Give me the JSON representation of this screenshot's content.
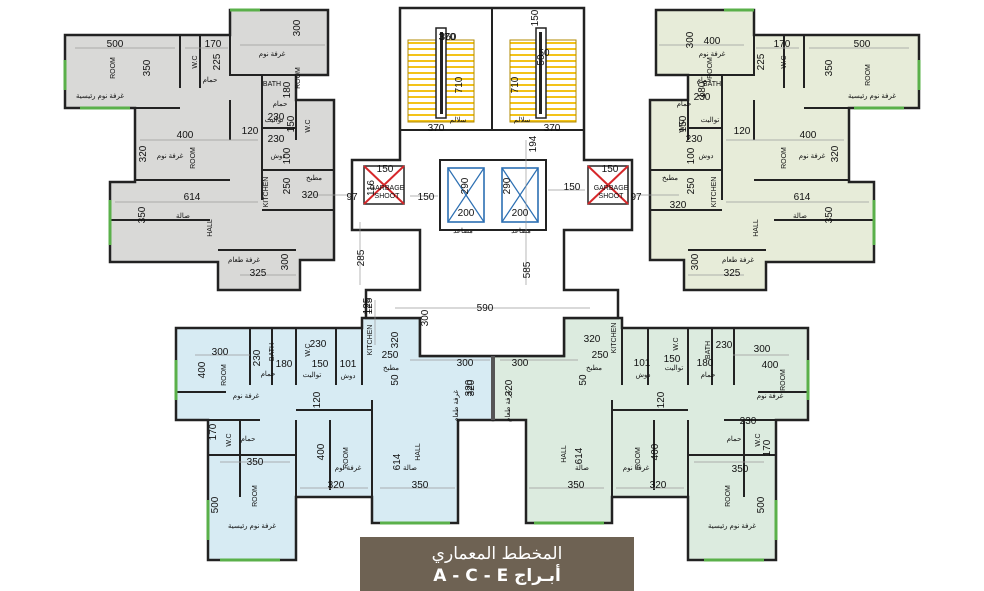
{
  "title": {
    "line1": "المخطط المعماري",
    "line2": "أبـراج A - C - E"
  },
  "colors": {
    "top_left": "#d9d9d7",
    "top_right": "#e7ecd9",
    "bottom_left": "#d7ebf3",
    "bottom_right": "#dcebdf",
    "title_bg": "#6e6253",
    "stair": "#f3c319",
    "window": "#5ab04a",
    "lift": "#2c6fb3",
    "garbage": "#d6272a"
  },
  "labels": [
    {
      "t": "500",
      "c": "dim"
    },
    {
      "t": "170",
      "c": "dim"
    },
    {
      "t": "ROOM",
      "c": "lbl"
    },
    {
      "t": "300",
      "c": "dim"
    },
    {
      "t": "غرفة نوم",
      "c": "ar"
    },
    {
      "t": "ROOM",
      "c": "lbl"
    },
    {
      "t": "350",
      "c": "dim"
    },
    {
      "t": "W.C",
      "c": "lbl"
    },
    {
      "t": "225",
      "c": "dim"
    },
    {
      "t": "حمام",
      "c": "ar"
    },
    {
      "t": "غرفة نوم رئيسية",
      "c": "ar"
    },
    {
      "t": "BATH",
      "c": "lbl"
    },
    {
      "t": "180",
      "c": "dim"
    },
    {
      "t": "حمام",
      "c": "ar"
    },
    {
      "t": "230",
      "c": "dim"
    },
    {
      "t": "تواليت",
      "c": "ar"
    },
    {
      "t": "150",
      "c": "dim"
    },
    {
      "t": "W.C",
      "c": "lbl"
    },
    {
      "t": "400",
      "c": "dim"
    },
    {
      "t": "ROOM",
      "c": "lbl"
    },
    {
      "t": "120",
      "c": "dim"
    },
    {
      "t": "230",
      "c": "dim"
    },
    {
      "t": "320",
      "c": "dim"
    },
    {
      "t": "غرفة نوم",
      "c": "ar"
    },
    {
      "t": "100",
      "c": "dim"
    },
    {
      "t": "دوش",
      "c": "ar"
    },
    {
      "t": "مطبخ",
      "c": "ar"
    },
    {
      "t": "KITCHEN",
      "c": "lbl"
    },
    {
      "t": "250",
      "c": "dim"
    },
    {
      "t": "320",
      "c": "dim"
    },
    {
      "t": "614",
      "c": "dim"
    },
    {
      "t": "97",
      "c": "dim"
    },
    {
      "t": "350",
      "c": "dim"
    },
    {
      "t": "صالة",
      "c": "ar"
    },
    {
      "t": "HALL",
      "c": "lbl"
    },
    {
      "t": "غرفة طعام",
      "c": "ar"
    },
    {
      "t": "300",
      "c": "dim"
    },
    {
      "t": "325",
      "c": "dim"
    },
    {
      "t": "300",
      "c": "dim"
    },
    {
      "t": "400",
      "c": "dim"
    },
    {
      "t": "غرفة نوم",
      "c": "ar"
    },
    {
      "t": "ROOM",
      "c": "lbl"
    },
    {
      "t": "170",
      "c": "dim"
    },
    {
      "t": "500",
      "c": "dim"
    },
    {
      "t": "W.C",
      "c": "lbl"
    },
    {
      "t": "225",
      "c": "dim"
    },
    {
      "t": "350",
      "c": "dim"
    },
    {
      "t": "ROOM",
      "c": "lbl"
    },
    {
      "t": "حمام",
      "c": "ar"
    },
    {
      "t": "180",
      "c": "dim"
    },
    {
      "t": "غرفة نوم رئيسية",
      "c": "ar"
    },
    {
      "t": "حمام",
      "c": "ar"
    },
    {
      "t": "BATH",
      "c": "lbl"
    },
    {
      "t": "230",
      "c": "dim"
    },
    {
      "t": "تواليت",
      "c": "ar"
    },
    {
      "t": "150",
      "c": "dim"
    },
    {
      "t": "W.C",
      "c": "lbl"
    },
    {
      "t": "120",
      "c": "dim"
    },
    {
      "t": "400",
      "c": "dim"
    },
    {
      "t": "ROOM",
      "c": "lbl"
    },
    {
      "t": "230",
      "c": "dim"
    },
    {
      "t": "320",
      "c": "dim"
    },
    {
      "t": "100",
      "c": "dim"
    },
    {
      "t": "غرفة نوم",
      "c": "ar"
    },
    {
      "t": "دوش",
      "c": "ar"
    },
    {
      "t": "مطبخ",
      "c": "ar"
    },
    {
      "t": "250",
      "c": "dim"
    },
    {
      "t": "KITCHEN",
      "c": "lbl"
    },
    {
      "t": "614",
      "c": "dim"
    },
    {
      "t": "97",
      "c": "dim"
    },
    {
      "t": "320",
      "c": "dim"
    },
    {
      "t": "HALL",
      "c": "lbl"
    },
    {
      "t": "350",
      "c": "dim"
    },
    {
      "t": "صالة",
      "c": "ar"
    },
    {
      "t": "غرفة طعام",
      "c": "ar"
    },
    {
      "t": "300",
      "c": "dim"
    },
    {
      "t": "325",
      "c": "dim"
    },
    {
      "t": "150",
      "c": "dim"
    },
    {
      "t": "360",
      "c": "dim"
    },
    {
      "t": "370",
      "c": "dim"
    },
    {
      "t": "50",
      "c": "dim"
    },
    {
      "t": "710",
      "c": "dim"
    },
    {
      "t": "370",
      "c": "dim"
    },
    {
      "t": "سلالم",
      "c": "ar"
    },
    {
      "t": "50",
      "c": "dim"
    },
    {
      "t": "710",
      "c": "dim"
    },
    {
      "t": "370",
      "c": "dim"
    },
    {
      "t": "سلالم",
      "c": "ar"
    },
    {
      "t": "194",
      "c": "dim"
    },
    {
      "t": "150",
      "c": "dim"
    },
    {
      "t": "116",
      "c": "dim"
    },
    {
      "t": "GARBAGE",
      "c": "lbl"
    },
    {
      "t": "SHOOT",
      "c": "lbl"
    },
    {
      "t": "150",
      "c": "dim"
    },
    {
      "t": "290",
      "c": "dim"
    },
    {
      "t": "200",
      "c": "dim"
    },
    {
      "t": "مصاعد",
      "c": "ar"
    },
    {
      "t": "290",
      "c": "dim"
    },
    {
      "t": "200",
      "c": "dim"
    },
    {
      "t": "مصاعد",
      "c": "ar"
    },
    {
      "t": "150",
      "c": "dim"
    },
    {
      "t": "150",
      "c": "dim"
    },
    {
      "t": "GARBAGE",
      "c": "lbl"
    },
    {
      "t": "SHOOT",
      "c": "lbl"
    },
    {
      "t": "285",
      "c": "dim"
    },
    {
      "t": "585",
      "c": "dim"
    },
    {
      "t": "590",
      "c": "dim"
    },
    {
      "t": "125",
      "c": "dim"
    },
    {
      "t": "300",
      "c": "dim"
    },
    {
      "t": "125",
      "c": "dim"
    },
    {
      "t": "300",
      "c": "dim"
    },
    {
      "t": "230",
      "c": "dim"
    },
    {
      "t": "180",
      "c": "dim"
    },
    {
      "t": "W.C",
      "c": "lbl"
    },
    {
      "t": "230",
      "c": "dim"
    },
    {
      "t": "KITCHEN",
      "c": "lbl"
    },
    {
      "t": "320",
      "c": "dim"
    },
    {
      "t": "400",
      "c": "dim"
    },
    {
      "t": "ROOM",
      "c": "lbl"
    },
    {
      "t": "BATH",
      "c": "lbl"
    },
    {
      "t": "حمام",
      "c": "ar"
    },
    {
      "t": "150",
      "c": "dim"
    },
    {
      "t": "تواليت",
      "c": "ar"
    },
    {
      "t": "101",
      "c": "dim"
    },
    {
      "t": "دوش",
      "c": "ar"
    },
    {
      "t": "250",
      "c": "dim"
    },
    {
      "t": "مطبخ",
      "c": "ar"
    },
    {
      "t": "50",
      "c": "dim"
    },
    {
      "t": "300",
      "c": "dim"
    },
    {
      "t": "غرفة نوم",
      "c": "ar"
    },
    {
      "t": "120",
      "c": "dim"
    },
    {
      "t": "320",
      "c": "dim"
    },
    {
      "t": "غرفة طعام",
      "c": "ar"
    },
    {
      "t": "170",
      "c": "dim"
    },
    {
      "t": "W.C",
      "c": "lbl"
    },
    {
      "t": "حمام",
      "c": "ar"
    },
    {
      "t": "400",
      "c": "dim"
    },
    {
      "t": "ROOM",
      "c": "lbl"
    },
    {
      "t": "614",
      "c": "dim"
    },
    {
      "t": "HALL",
      "c": "lbl"
    },
    {
      "t": "350",
      "c": "dim"
    },
    {
      "t": "غرفة نوم",
      "c": "ar"
    },
    {
      "t": "صالة",
      "c": "ar"
    },
    {
      "t": "500",
      "c": "dim"
    },
    {
      "t": "ROOM",
      "c": "lbl"
    },
    {
      "t": "320",
      "c": "dim"
    },
    {
      "t": "350",
      "c": "dim"
    },
    {
      "t": "غرفة نوم رئيسية",
      "c": "ar"
    },
    {
      "t": "320",
      "c": "dim"
    },
    {
      "t": "KITCHEN",
      "c": "lbl"
    },
    {
      "t": "W.C",
      "c": "lbl"
    },
    {
      "t": "BATH",
      "c": "lbl"
    },
    {
      "t": "230",
      "c": "dim"
    },
    {
      "t": "300",
      "c": "dim"
    },
    {
      "t": "250",
      "c": "dim"
    },
    {
      "t": "101",
      "c": "dim"
    },
    {
      "t": "150",
      "c": "dim"
    },
    {
      "t": "180",
      "c": "dim"
    },
    {
      "t": "400",
      "c": "dim"
    },
    {
      "t": "ROOM",
      "c": "lbl"
    },
    {
      "t": "مطبخ",
      "c": "ar"
    },
    {
      "t": "دوش",
      "c": "ar"
    },
    {
      "t": "تواليت",
      "c": "ar"
    },
    {
      "t": "حمام",
      "c": "ar"
    },
    {
      "t": "300",
      "c": "dim"
    },
    {
      "t": "50",
      "c": "dim"
    },
    {
      "t": "320",
      "c": "dim"
    },
    {
      "t": "320",
      "c": "dim"
    },
    {
      "t": "غرفة طعام",
      "c": "ar"
    },
    {
      "t": "120",
      "c": "dim"
    },
    {
      "t": "غرفة نوم",
      "c": "ar"
    },
    {
      "t": "230",
      "c": "dim"
    },
    {
      "t": "W.C",
      "c": "lbl"
    },
    {
      "t": "170",
      "c": "dim"
    },
    {
      "t": "حمام",
      "c": "ar"
    },
    {
      "t": "HALL",
      "c": "lbl"
    },
    {
      "t": "614",
      "c": "dim"
    },
    {
      "t": "ROOM",
      "c": "lbl"
    },
    {
      "t": "400",
      "c": "dim"
    },
    {
      "t": "غرفة نوم",
      "c": "ar"
    },
    {
      "t": "صالة",
      "c": "ar"
    },
    {
      "t": "350",
      "c": "dim"
    },
    {
      "t": "350",
      "c": "dim"
    },
    {
      "t": "320",
      "c": "dim"
    },
    {
      "t": "ROOM",
      "c": "lbl"
    },
    {
      "t": "500",
      "c": "dim"
    },
    {
      "t": "غرفة نوم رئيسية",
      "c": "ar"
    }
  ]
}
